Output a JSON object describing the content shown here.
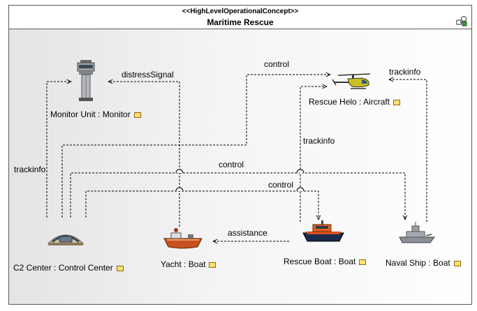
{
  "diagram": {
    "stereotype": "<<HighLevelOperationalConcept>>",
    "title": "Maritime Rescue",
    "nodes": {
      "monitor": {
        "label": "Monitor Unit : Monitor",
        "icon": "control-tower-icon"
      },
      "helo": {
        "label": "Rescue Helo : Aircraft",
        "icon": "helicopter-icon"
      },
      "c2": {
        "label": "C2 Center : Control Center",
        "icon": "control-center-icon"
      },
      "yacht": {
        "label": "Yacht : Boat",
        "icon": "yacht-icon"
      },
      "rescue_boat": {
        "label": "Rescue Boat : Boat",
        "icon": "lifeboat-icon"
      },
      "naval_ship": {
        "label": "Naval Ship : Boat",
        "icon": "warship-icon"
      }
    },
    "connectors": {
      "distress_signal": "distressSignal",
      "control_helo": "control",
      "trackinfo_naval": "trackinfo",
      "trackinfo_helo": "trackinfo",
      "trackinfo_c2": "trackinfo",
      "control_naval": "control",
      "control_rescue": "control",
      "assistance": "assistance"
    }
  }
}
